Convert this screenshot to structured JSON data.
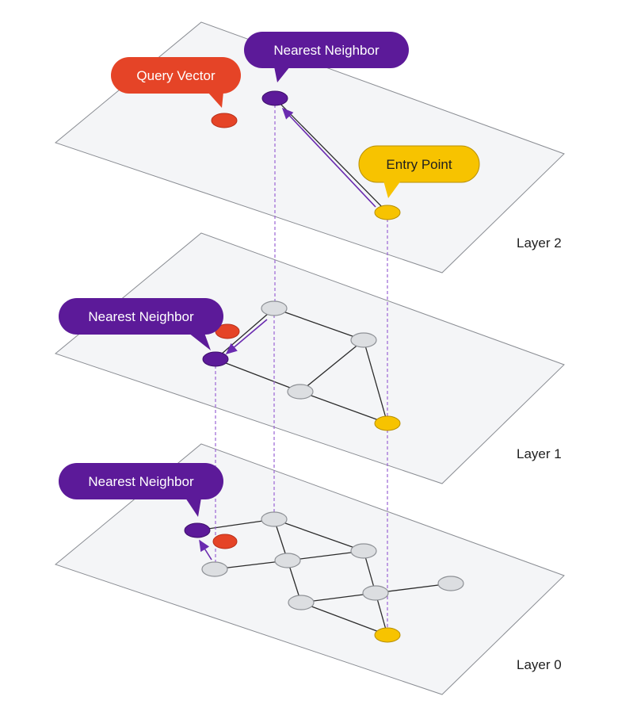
{
  "layers": [
    {
      "label": "Layer 2"
    },
    {
      "label": "Layer 1"
    },
    {
      "label": "Layer 0"
    }
  ],
  "callouts": {
    "query_vector": "Query Vector",
    "nearest_neighbor_top": "Nearest Neighbor",
    "entry_point": "Entry Point",
    "nearest_neighbor_mid": "Nearest Neighbor",
    "nearest_neighbor_bottom": "Nearest Neighbor"
  },
  "colors": {
    "query": "#e54427",
    "nearest_neighbor": "#5c1a99",
    "entry_point": "#f7c300",
    "graph_node": "#dcdee1",
    "plane": "#f4f5f7"
  }
}
